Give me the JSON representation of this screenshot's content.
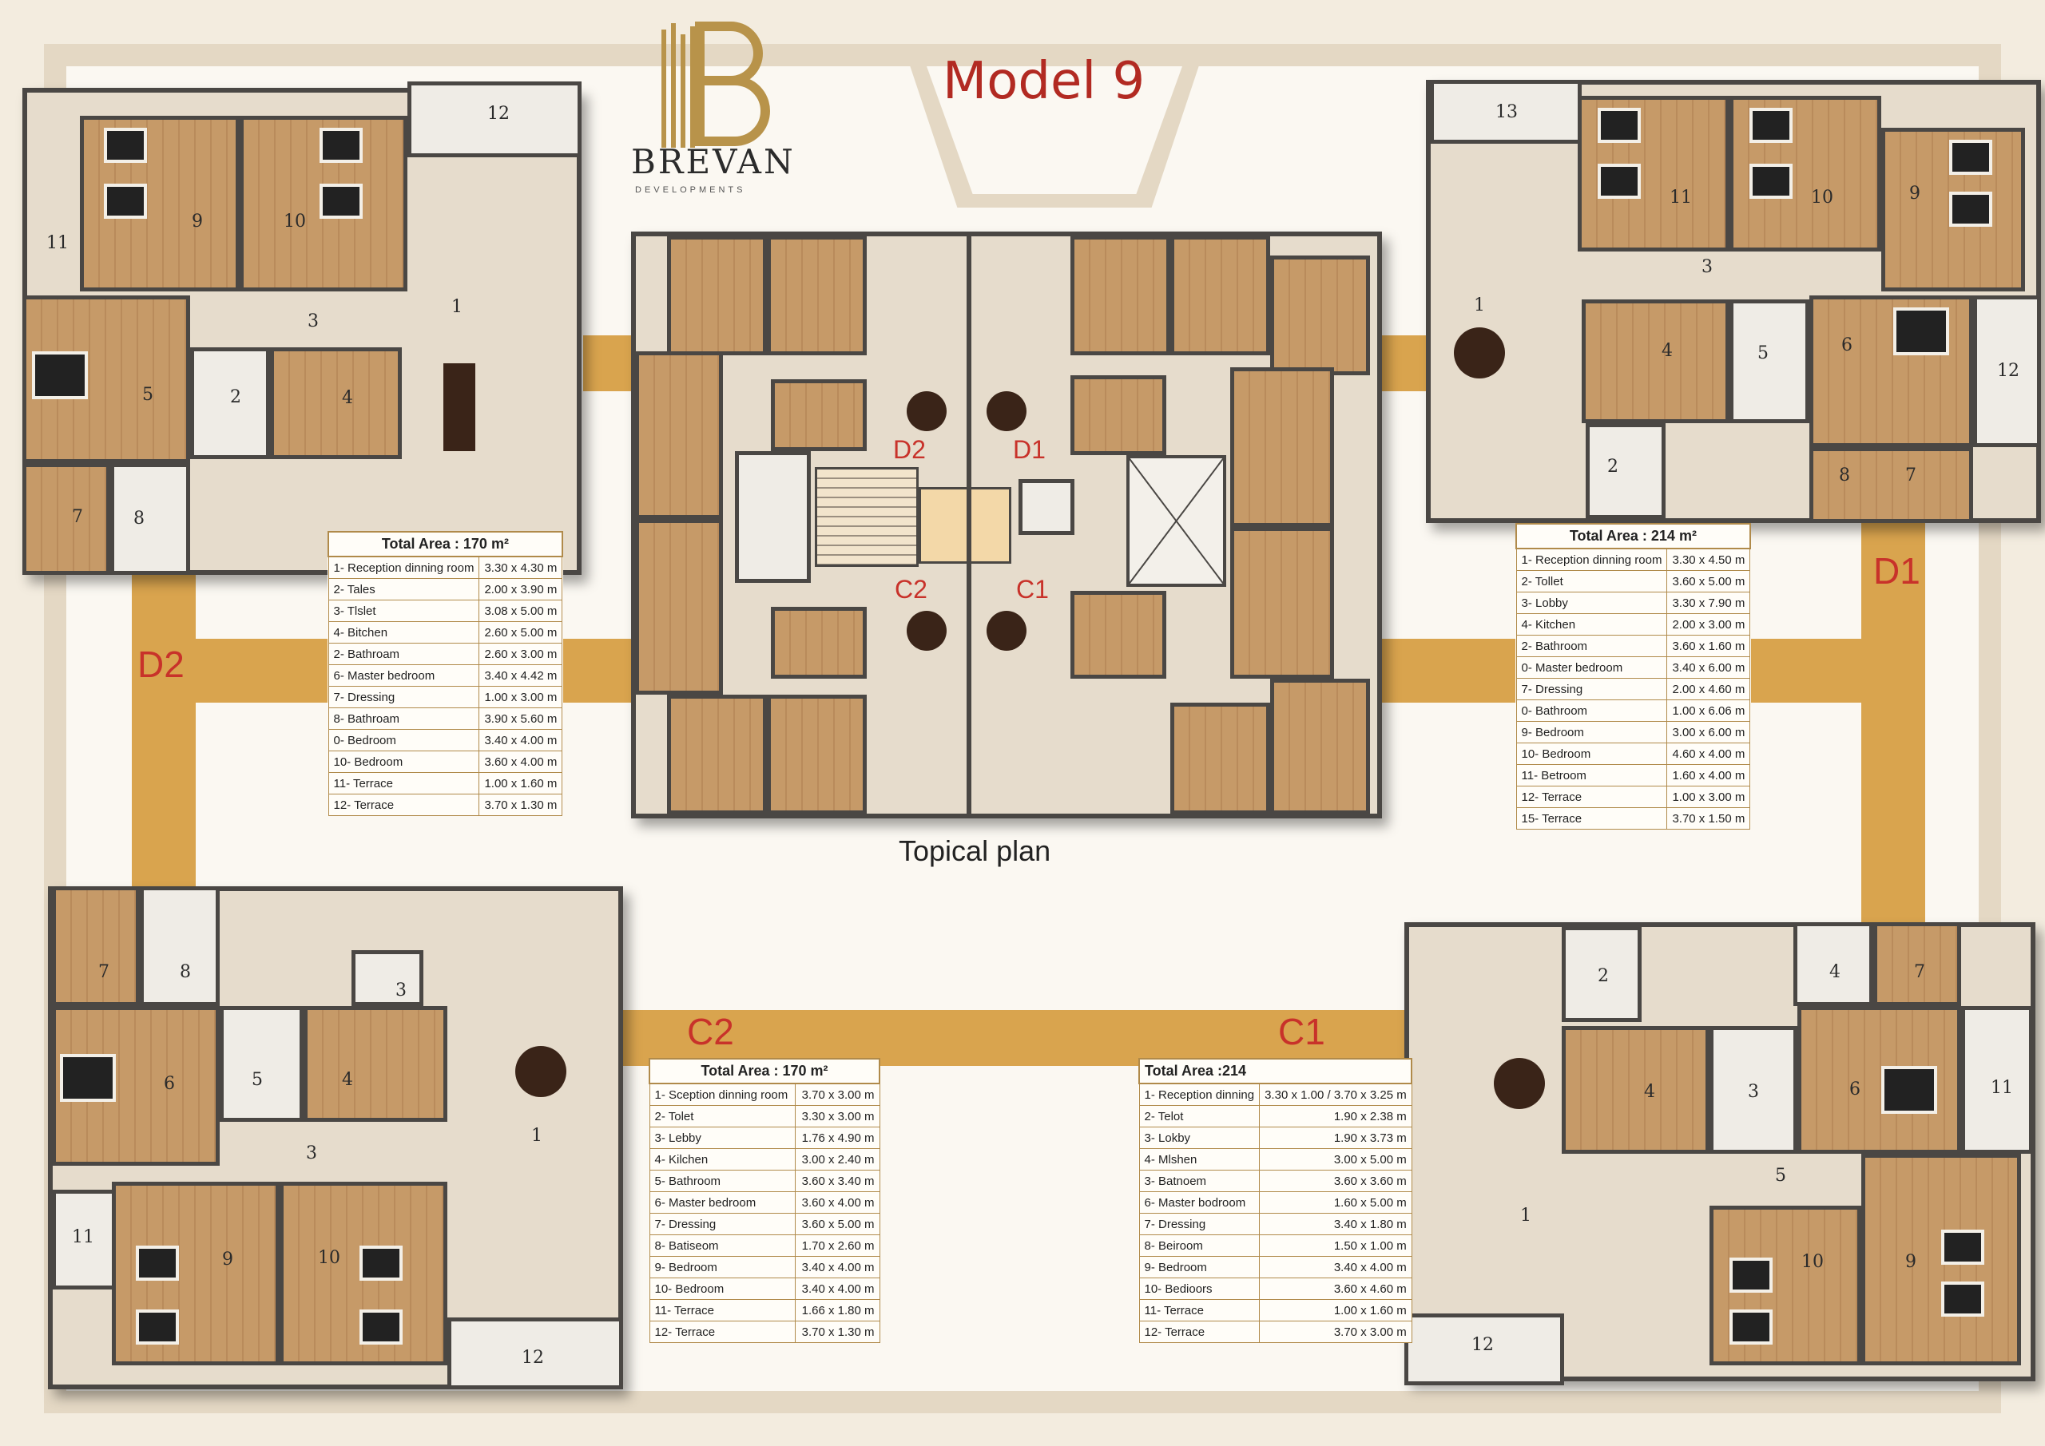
{
  "header": {
    "title": "Model 9",
    "brand": "BREVAN",
    "brand_subtitle": "DEVELOPMENTS"
  },
  "center": {
    "caption": "Topical plan",
    "labels": [
      "D2",
      "D1",
      "C2",
      "C1"
    ]
  },
  "units": {
    "d2": {
      "label": "D2",
      "total_label": "Total Area : 170 m²",
      "rooms": [
        {
          "name": "1- Reception dinning room",
          "dim": "3.30 x 4.30 m"
        },
        {
          "name": "2- Tales",
          "dim": "2.00 x 3.90 m"
        },
        {
          "name": "3- Tlslet",
          "dim": "3.08 x 5.00 m"
        },
        {
          "name": "4- Bitchen",
          "dim": "2.60 x 5.00 m"
        },
        {
          "name": "2- Bathroam",
          "dim": "2.60 x 3.00 m"
        },
        {
          "name": "6- Master bedroom",
          "dim": "3.40 x 4.42 m"
        },
        {
          "name": "7- Dressing",
          "dim": "1.00 x 3.00 m"
        },
        {
          "name": "8- Bathroam",
          "dim": "3.90 x 5.60 m"
        },
        {
          "name": "0- Bedroom",
          "dim": "3.40 x 4.00 m"
        },
        {
          "name": "10- Bedroom",
          "dim": "3.60 x 4.00 m"
        },
        {
          "name": "11- Terrace",
          "dim": "1.00 x 1.60 m"
        },
        {
          "name": "12- Terrace",
          "dim": "3.70 x 1.30 m"
        }
      ]
    },
    "d1": {
      "label": "D1",
      "total_label": "Total Area : 214 m²",
      "rooms": [
        {
          "name": "1- Reception dinning room",
          "dim": "3.30 x 4.50 m"
        },
        {
          "name": "2- Tollet",
          "dim": "3.60 x 5.00 m"
        },
        {
          "name": "3- Lobby",
          "dim": "3.30 x 7.90 m"
        },
        {
          "name": "4- Kitchen",
          "dim": "2.00 x 3.00 m"
        },
        {
          "name": "2- Bathroom",
          "dim": "3.60 x 1.60 m"
        },
        {
          "name": "0- Master bedroom",
          "dim": "3.40 x 6.00 m"
        },
        {
          "name": "7- Dressing",
          "dim": "2.00 x 4.60 m"
        },
        {
          "name": "0- Bathroom",
          "dim": "1.00 x 6.06 m"
        },
        {
          "name": "9- Bedroom",
          "dim": "3.00 x 6.00 m"
        },
        {
          "name": "10- Bedroom",
          "dim": "4.60 x 4.00 m"
        },
        {
          "name": "11- Betroom",
          "dim": "1.60 x 4.00 m"
        },
        {
          "name": "12- Terrace",
          "dim": "1.00 x 3.00 m"
        },
        {
          "name": "15- Terrace",
          "dim": "3.70 x 1.50 m"
        }
      ]
    },
    "c2": {
      "label": "C2",
      "total_label": "Total Area : 170 m²",
      "rooms": [
        {
          "name": "1- Sception dinning room",
          "dim": "3.70 x 3.00 m"
        },
        {
          "name": "2- Tolet",
          "dim": "3.30 x 3.00 m"
        },
        {
          "name": "3- Lebby",
          "dim": "1.76 x 4.90 m"
        },
        {
          "name": "4- Kilchen",
          "dim": "3.00 x 2.40 m"
        },
        {
          "name": "5- Bathroom",
          "dim": "3.60 x 3.40 m"
        },
        {
          "name": "6- Master bedroom",
          "dim": "3.60 x 4.00 m"
        },
        {
          "name": "7- Dressing",
          "dim": "3.60 x 5.00 m"
        },
        {
          "name": "8- Batiseom",
          "dim": "1.70 x 2.60 m"
        },
        {
          "name": "9- Bedroom",
          "dim": "3.40 x 4.00 m"
        },
        {
          "name": "10- Bedroom",
          "dim": "3.40 x 4.00 m"
        },
        {
          "name": "11- Terrace",
          "dim": "1.66 x 1.80 m"
        },
        {
          "name": "12- Terrace",
          "dim": "3.70 x 1.30 m"
        }
      ]
    },
    "c1": {
      "label": "C1",
      "total_label": "Total Area :214",
      "rooms": [
        {
          "name": "1- Reception dinning",
          "dim": "3.30 x 1.00 / 3.70 x 3.25 m"
        },
        {
          "name": "2- Telot",
          "dim": "1.90 x 2.38 m"
        },
        {
          "name": "3- Lokby",
          "dim": "1.90 x 3.73 m"
        },
        {
          "name": "4- Mlshen",
          "dim": "3.00 x 5.00 m"
        },
        {
          "name": "3- Batnoem",
          "dim": "3.60 x 3.60 m"
        },
        {
          "name": "6- Master bodroom",
          "dim": "1.60 x 5.00 m"
        },
        {
          "name": "7- Dressing",
          "dim": "3.40 x 1.80 m"
        },
        {
          "name": "8- Beiroom",
          "dim": "1.50 x 1.00 m"
        },
        {
          "name": "9- Bedroom",
          "dim": "3.40 x 4.00 m"
        },
        {
          "name": "10- Bedioors",
          "dim": "3.60 x 4.60 m"
        },
        {
          "name": "11- Terrace",
          "dim": "1.00 x 1.60 m"
        },
        {
          "name": "12- Terrace",
          "dim": "3.70 x 3.00 m"
        }
      ]
    }
  },
  "colors": {
    "accent_gold": "#d9a44e",
    "label_red": "#c8322a",
    "frame": "#e4d8c4"
  }
}
